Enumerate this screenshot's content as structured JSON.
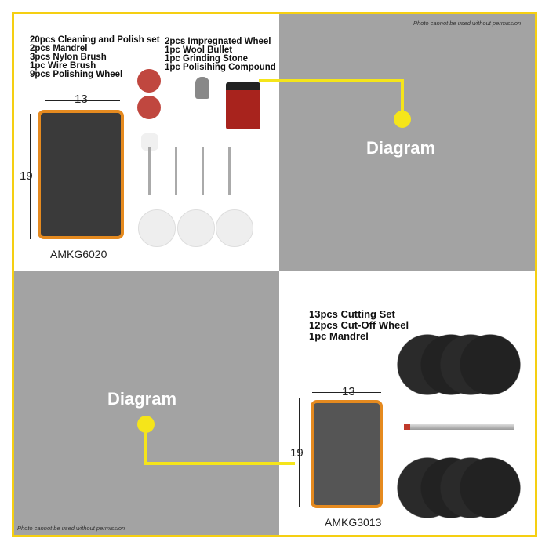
{
  "notice": "Photo cannot be used without permission",
  "diagram_label": "Diagram",
  "kit1": {
    "items_left": [
      "20pcs Cleaning and Polish set",
      "2pcs Mandrel",
      "3pcs Nylon Brush",
      "1pc Wire Brush",
      "9pcs Polishing Wheel"
    ],
    "items_right": [
      "2pcs Impregnated Wheel",
      "1pc Wool Bullet",
      "1pc Grinding Stone",
      "1pc Polisihing Compound"
    ],
    "width": "13",
    "height": "19",
    "model": "AMKG6020"
  },
  "kit2": {
    "items": [
      "13pcs Cutting Set",
      "12pcs Cut-Off Wheel",
      "1pc Mandrel"
    ],
    "width": "13",
    "height": "19",
    "model": "AMKG3013"
  },
  "colors": {
    "accent": "#f5cf12",
    "gray": "#a3a3a3"
  }
}
